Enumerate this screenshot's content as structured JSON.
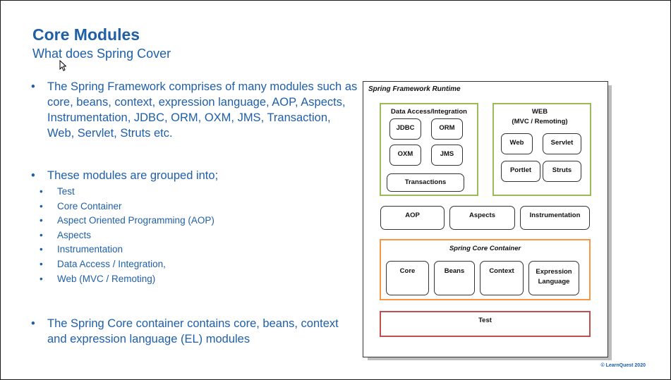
{
  "slide": {
    "title": "Core Modules",
    "subtitle": "What does Spring Cover",
    "bullet1": "The Spring Framework comprises of many modules such as core, beans, context, expression language, AOP, Aspects, Instrumentation, JDBC, ORM, OXM, JMS, Transaction, Web, Servlet, Struts etc.",
    "bullet2": "These modules are grouped into;",
    "groups": [
      "Test",
      "Core Container",
      "Aspect Oriented Programming (AOP)",
      "Aspects",
      "Instrumentation",
      "Data Access / Integration,",
      "Web (MVC / Remoting)"
    ],
    "bullet3": "The Spring Core container contains core, beans, context and expression language (EL) modules",
    "bullet_glyph": "•",
    "copyright": "© LearnQuest 2020"
  },
  "diagram": {
    "runtime_title": "Spring Framework Runtime",
    "data_access": {
      "title": "Data Access/Integration",
      "jdbc": "JDBC",
      "orm": "ORM",
      "oxm": "OXM",
      "jms": "JMS",
      "transactions": "Transactions"
    },
    "web": {
      "title_line1": "WEB",
      "title_line2": "(MVC / Remoting)",
      "web": "Web",
      "servlet": "Servlet",
      "portlet": "Portlet",
      "struts": "Struts"
    },
    "aop": "AOP",
    "aspects": "Aspects",
    "instrumentation": "Instrumentation",
    "core_container": {
      "title": "Spring Core Container",
      "core": "Core",
      "beans": "Beans",
      "context": "Context",
      "expression_line1": "Expression",
      "expression_line2": "Language"
    },
    "test": "Test"
  },
  "colors": {
    "text_blue": "#1f5fa8",
    "green_border": "#9bbb59",
    "orange_border": "#f79646",
    "red_border": "#c0504d"
  },
  "icons": {
    "cursor": "mouse-pointer-icon"
  }
}
